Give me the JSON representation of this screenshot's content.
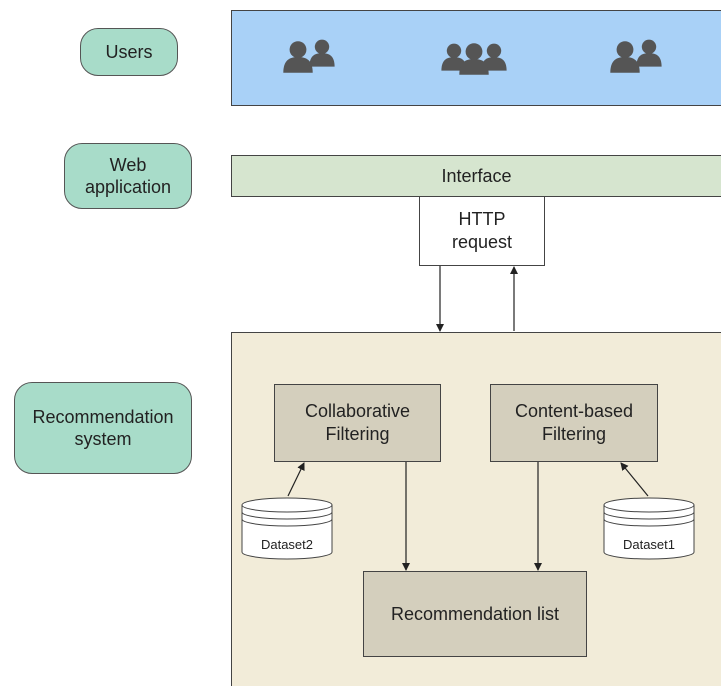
{
  "layers": {
    "users": "Users",
    "web_application": "Web\napplication",
    "recommendation_system": "Recommendation\nsystem"
  },
  "users_band": {
    "icons": [
      "users-group-icon",
      "users-group-icon",
      "users-group-icon"
    ]
  },
  "interface": "Interface",
  "http_request": "HTTP\nrequest",
  "components": {
    "collaborative": "Collaborative\nFiltering",
    "content_based": "Content-based\nFiltering",
    "recommendation_list": "Recommendation list"
  },
  "datasets": {
    "left": "Dataset2",
    "right": "Dataset1"
  },
  "colors": {
    "layer_pill": "#a8dcc9",
    "users_band": "#a9d1f7",
    "interface": "#d6e5cf",
    "panel": "#f2ecd9",
    "component": "#d4cfbd",
    "icon": "#555555"
  }
}
